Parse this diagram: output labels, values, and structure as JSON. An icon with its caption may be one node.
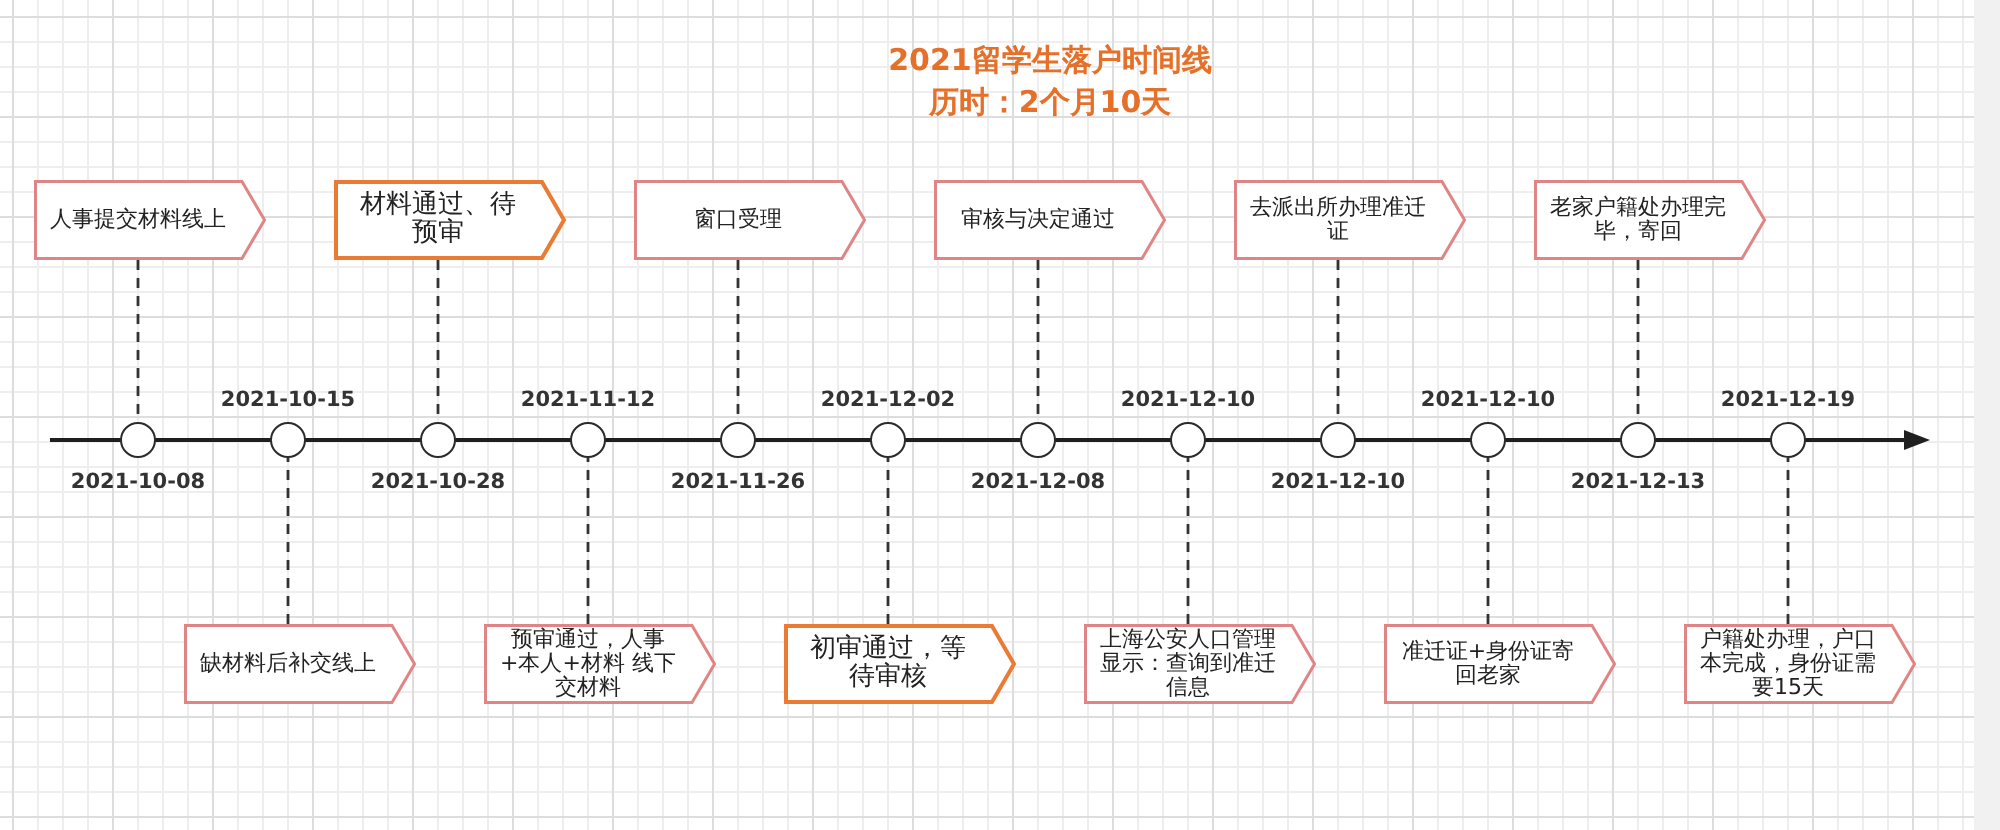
{
  "diagram": {
    "title": "2021留学生落户时间线",
    "nodes": [
      {
        "text": [
          "人事提交材料线上"
        ]
      },
      {
        "text": [
          "缺材料后补交线上"
        ]
      },
      {
        "text": [
          "材料通过、待预审"
        ]
      },
      {
        "text": [
          "预审通过，人事+本人+材料 线下交材料"
        ]
      },
      {
        "text": [
          "窗口受理"
        ]
      },
      {
        "text": [
          "初审通过，等待审核"
        ]
      },
      {
        "text": [
          "审核与决定通过"
        ]
      },
      {
        "text": [
          "上海公安人口管理显示：查询到准迁信息"
        ]
      },
      {
        "text": [
          "去派出所办理准迁证"
        ]
      },
      {
        "text": [
          "准迁证+身份证寄回老家"
        ]
      },
      {
        "text": [
          "老家户籍处办理完毕，寄回"
        ]
      },
      {
        "text": [
          "户籍处办理，户口本完成，身份证需要15天"
        ]
      },
      {
        "text": [],
        "shape": "circle",
        "beside": [
          "2021-10-08"
        ]
      },
      {
        "text": [],
        "shape": "circle",
        "beside": [
          "2021-10-15"
        ]
      },
      {
        "text": [],
        "shape": "circle",
        "beside": [
          "2021-10-28"
        ]
      },
      {
        "text": [],
        "shape": "circle",
        "beside": [
          "2021-11-12"
        ]
      },
      {
        "text": [],
        "shape": "circle",
        "beside": [
          "2021-11-26"
        ]
      },
      {
        "text": [],
        "shape": "circle",
        "beside": [
          "2021-12-02"
        ]
      },
      {
        "text": [],
        "shape": "circle",
        "beside": [
          "2021-12-08"
        ]
      },
      {
        "text": [],
        "shape": "circle",
        "beside": [
          "2021-12-10"
        ]
      },
      {
        "text": [],
        "shape": "circle",
        "beside": [
          "2021-12-10"
        ]
      },
      {
        "text": [],
        "shape": "circle",
        "beside": [
          "2021-12-10"
        ]
      },
      {
        "text": [],
        "shape": "circle",
        "beside": [
          "2021-12-13"
        ]
      },
      {
        "text": [],
        "shape": "circle",
        "beside": [
          "2021-12-19"
        ]
      }
    ],
    "edges": [
      {
        "from": 0,
        "to": 12,
        "arrow": "none",
        "style": "dashed"
      },
      {
        "from": 1,
        "to": 13,
        "arrow": "none",
        "style": "dashed"
      },
      {
        "from": 2,
        "to": 14,
        "arrow": "none",
        "style": "dashed"
      },
      {
        "from": 3,
        "to": 15,
        "arrow": "none",
        "style": "dashed"
      },
      {
        "from": 4,
        "to": 16,
        "arrow": "none",
        "style": "dashed"
      },
      {
        "from": 5,
        "to": 17,
        "arrow": "none",
        "style": "dashed"
      },
      {
        "from": 6,
        "to": 18,
        "arrow": "none",
        "style": "dashed"
      },
      {
        "from": 7,
        "to": 19,
        "arrow": "none",
        "style": "dashed"
      },
      {
        "from": 8,
        "to": 20,
        "arrow": "none",
        "style": "dashed"
      },
      {
        "from": 9,
        "to": 21,
        "arrow": "none",
        "style": "dashed"
      },
      {
        "from": 10,
        "to": 22,
        "arrow": "none",
        "style": "dashed"
      },
      {
        "from": 11,
        "to": 23,
        "arrow": "none",
        "style": "dashed"
      }
    ],
    "labels": [
      "历时：2个月10天"
    ]
  }
}
